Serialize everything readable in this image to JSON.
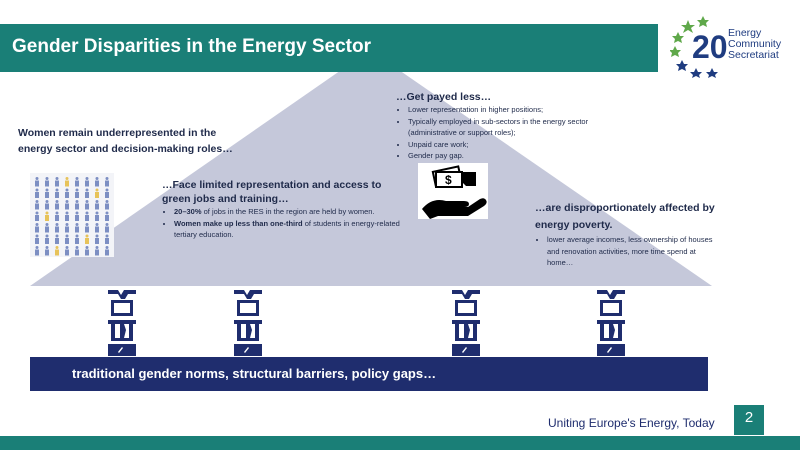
{
  "slide": {
    "title": "Gender Disparities in the Energy Sector",
    "logo": {
      "number": "20",
      "line1": "Energy",
      "line2": "Community",
      "line3": "Secretariat"
    },
    "lead_text": "Women remain underrepresented in the energy sector and decision-making roles…",
    "block_training": {
      "heading": "…Face limited representation and access to green jobs and training…",
      "items": [
        {
          "bold": "20–30%",
          "text": " of jobs in the RES in the region are held by women."
        },
        {
          "bold": "Women make up less than one-third",
          "text": " of students in energy-related tertiary education."
        }
      ]
    },
    "block_pay": {
      "heading": "…Get payed less…",
      "items": [
        "Lower representation in higher positions;",
        "Typically employed in sub-sectors in the energy sector (administrative or support roles);",
        "Unpaid care work;",
        "Gender pay gap."
      ]
    },
    "block_poverty": {
      "heading": "…are disproportionately affected by energy poverty.",
      "items": [
        "lower average incomes, less ownership of houses and renovation activities, more time spend at home…"
      ]
    },
    "foundation": "traditional gender norms, structural barriers, policy gaps…",
    "footer": "Uniting Europe's Energy, Today",
    "page_number": "2",
    "colors": {
      "teal": "#1a7f77",
      "navy": "#1f2d6e",
      "roof": "#c5c8da",
      "logo_green": "#5fa84a"
    },
    "icons": [
      "people-grid-icon",
      "money-hand-icon",
      "broken-column-icon"
    ]
  }
}
